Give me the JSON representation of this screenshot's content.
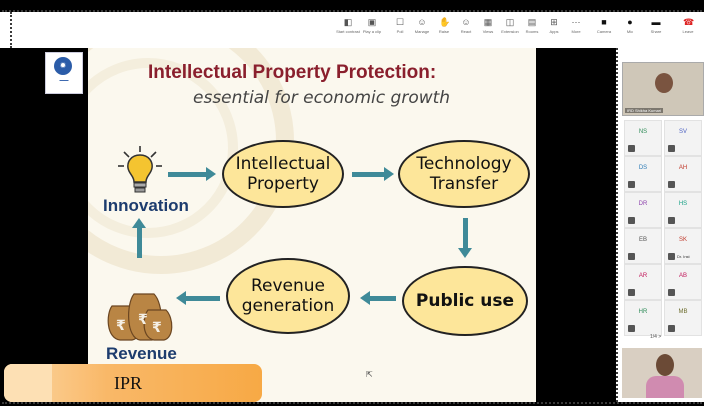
{
  "toolbar": {
    "items": [
      {
        "label": "Start contrast",
        "icon": "contrast-icon"
      },
      {
        "label": "Play a clip",
        "icon": "clip-icon"
      },
      {
        "label": "Poll",
        "icon": "poll-icon"
      },
      {
        "label": "Manage",
        "icon": "people-icon"
      },
      {
        "label": "Raise",
        "icon": "hand-icon"
      },
      {
        "label": "React",
        "icon": "smile-icon"
      },
      {
        "label": "Views",
        "icon": "grid-icon"
      },
      {
        "label": "Extension",
        "icon": "extension-icon"
      },
      {
        "label": "Rooms",
        "icon": "rooms-icon"
      },
      {
        "label": "Apps",
        "icon": "apps-icon"
      },
      {
        "label": "More",
        "icon": "more-icon"
      },
      {
        "label": "Camera",
        "icon": "camera-icon"
      },
      {
        "label": "Mic",
        "icon": "mic-icon"
      },
      {
        "label": "Share",
        "icon": "share-icon"
      },
      {
        "label": "Leave",
        "icon": "leave-icon"
      }
    ]
  },
  "slide": {
    "title": "Intellectual Property Protection:",
    "subtitle": "essential for economic growth",
    "nodes": {
      "ip_line1": "Intellectual",
      "ip_line2": "Property",
      "tt_line1": "Technology",
      "tt_line2": "Transfer",
      "public_use": "Public use",
      "rev_line1": "Revenue",
      "rev_line2": "generation",
      "innovation": "Innovation",
      "revenue": "Revenue"
    }
  },
  "participants": {
    "host_name": "IRD Shikha Kumari",
    "tiles": [
      {
        "initials": "NS",
        "color": "#2e8b57"
      },
      {
        "initials": "SV",
        "color": "#4a5fc1"
      },
      {
        "initials": "DS",
        "color": "#2c7bb6"
      },
      {
        "initials": "AH",
        "color": "#c0392b"
      },
      {
        "initials": "DR",
        "color": "#8e44ad"
      },
      {
        "initials": "HS",
        "color": "#16a085"
      },
      {
        "initials": "EB",
        "color": "#555555"
      },
      {
        "initials": "SK",
        "color": "#c0392b",
        "name": "Dr. Inst"
      },
      {
        "initials": "AR",
        "color": "#c2185b"
      },
      {
        "initials": "AB",
        "color": "#c2185b"
      },
      {
        "initials": "HR",
        "color": "#2e8b57"
      },
      {
        "initials": "MB",
        "color": "#6d6d2e"
      }
    ],
    "pager": "1/4 >"
  },
  "caption": {
    "label": "IPR"
  }
}
